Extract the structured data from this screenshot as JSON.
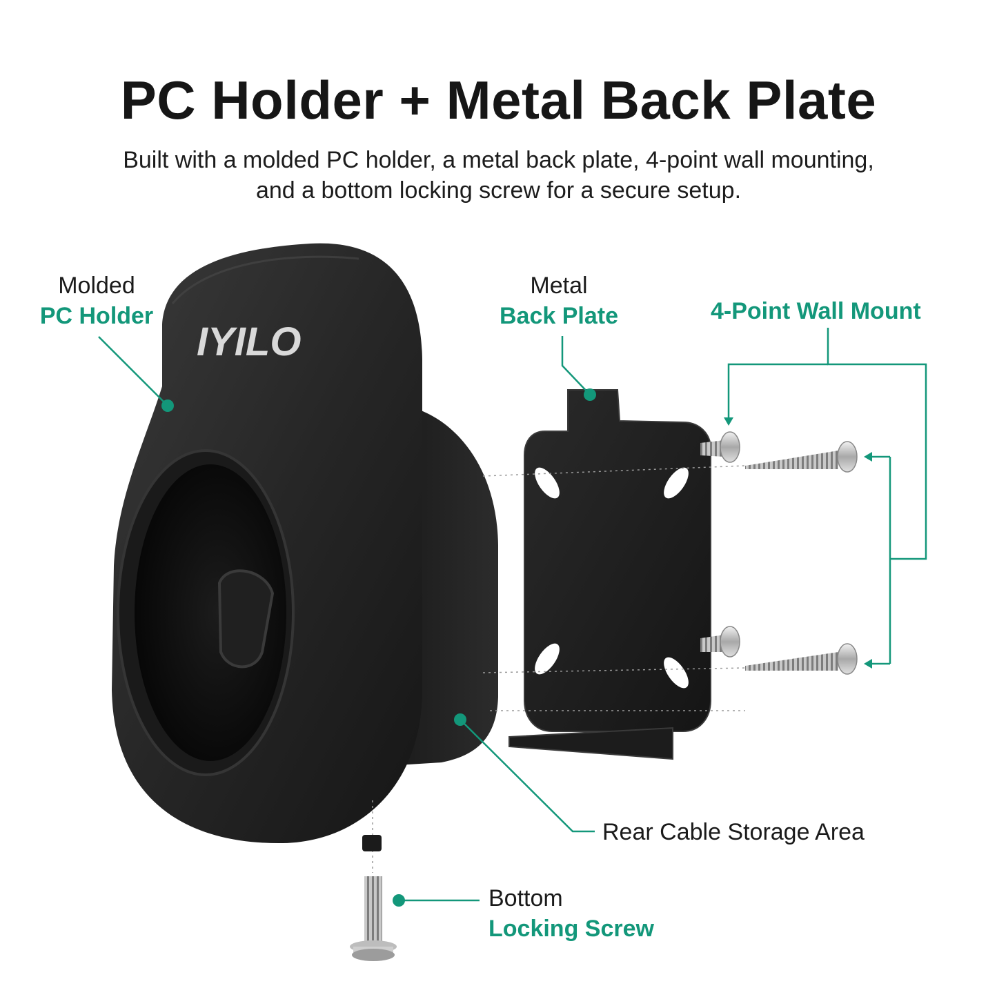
{
  "header": {
    "title": "PC Holder + Metal Back Plate",
    "subtitle": "Built with a molded PC holder, a metal back plate, 4-point wall mounting, and a bottom locking screw for a secure setup."
  },
  "product": {
    "brand_logo": "IYILO"
  },
  "callouts": {
    "pc_holder": {
      "line1": "Molded",
      "line2": "PC Holder"
    },
    "back_plate": {
      "line1": "Metal",
      "line2": "Back Plate"
    },
    "wall_mount": {
      "line1": "4-Point Wall Mount"
    },
    "cable_storage": {
      "line1": "Rear Cable Storage Area"
    },
    "locking_screw": {
      "line1": "Bottom",
      "line2": "Locking Screw"
    }
  },
  "colors": {
    "accent": "#13977a",
    "product": "#1f1f1f",
    "text": "#1a1a1a"
  }
}
